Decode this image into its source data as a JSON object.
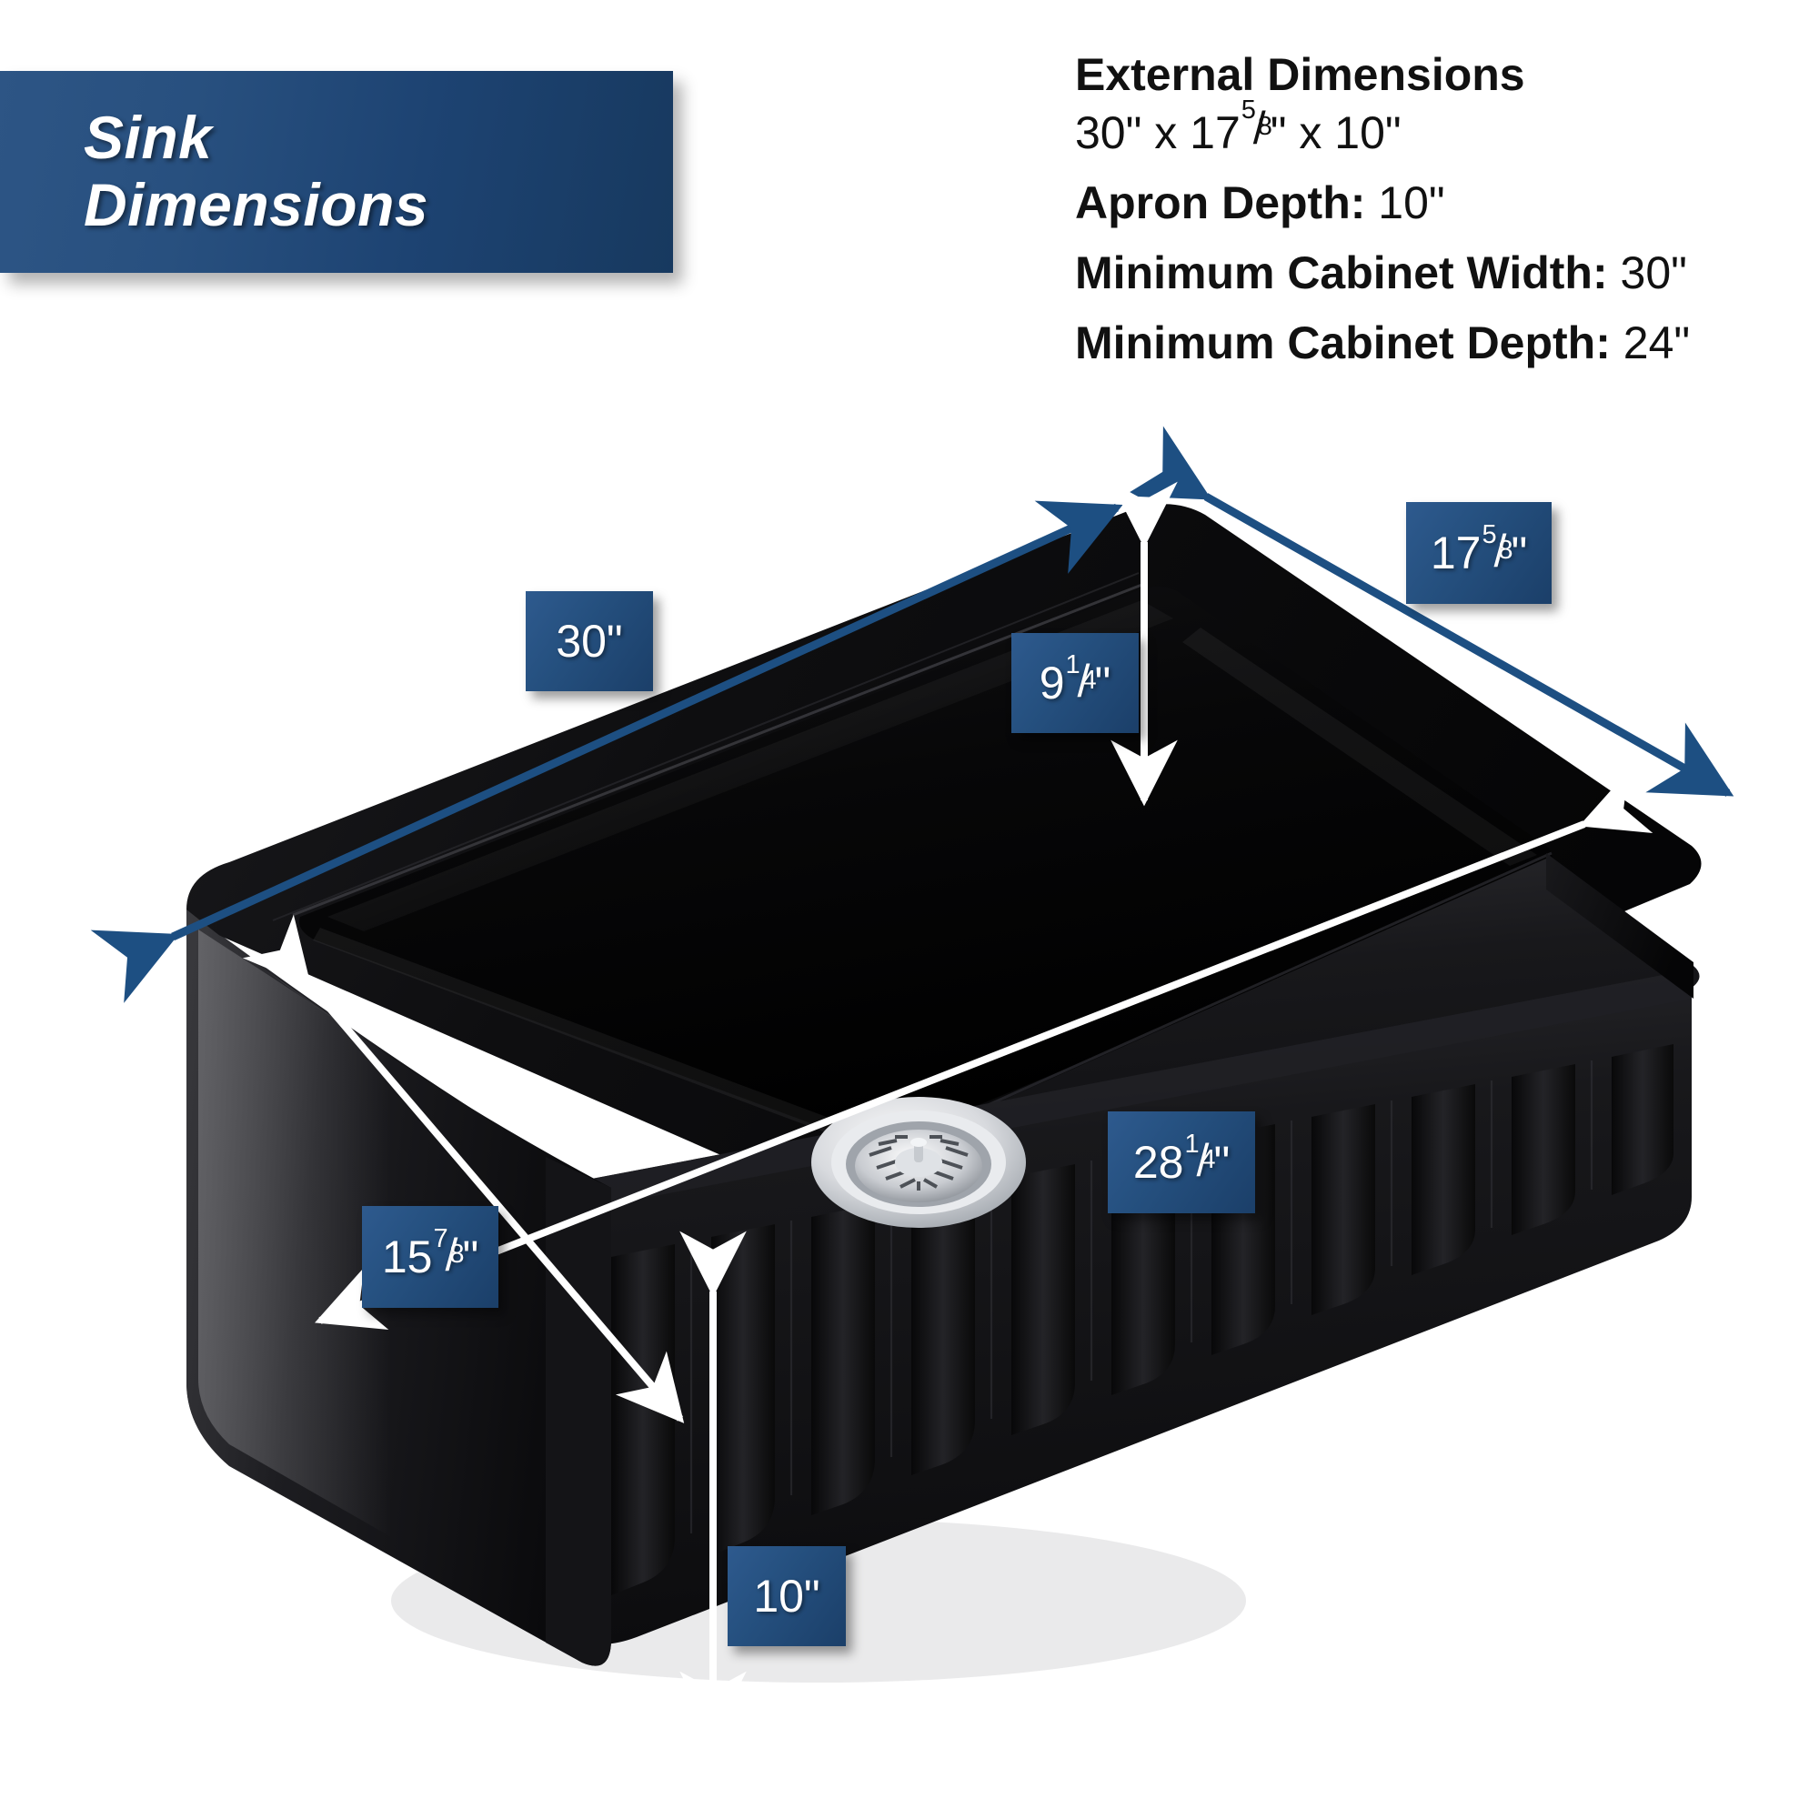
{
  "banner": {
    "title": "Sink\nDimensions"
  },
  "specs": {
    "external_heading": "External Dimensions",
    "external_value": {
      "whole1": "30\" x 17",
      "frac_n": "5",
      "frac_d": "8",
      "tail": "\" x 10\""
    },
    "apron_label": "Apron Depth:",
    "apron_value": "10\"",
    "min_cab_width_label": "Minimum Cabinet Width:",
    "min_cab_width_value": "30\"",
    "min_cab_depth_label": "Minimum Cabinet Depth:",
    "min_cab_depth_value": "24\""
  },
  "dimensions": {
    "overall_width": {
      "whole": "30\"",
      "frac_n": "",
      "frac_d": "",
      "tail": ""
    },
    "overall_depth": {
      "whole": "17",
      "frac_n": "5",
      "frac_d": "8",
      "tail": "\""
    },
    "interior_depth": {
      "whole": "9",
      "frac_n": "1",
      "frac_d": "4",
      "tail": "\""
    },
    "interior_length": {
      "whole": "28",
      "frac_n": "1",
      "frac_d": "4",
      "tail": "\""
    },
    "interior_width": {
      "whole": "15",
      "frac_n": "7",
      "frac_d": "8",
      "tail": "\""
    },
    "apron_height": {
      "whole": "10\"",
      "frac_n": "",
      "frac_d": "",
      "tail": ""
    }
  },
  "colors": {
    "brand_blue": "#25507f",
    "banner_blue_light": "#2d5585",
    "banner_blue_dark": "#17395f",
    "arrow_blue": "#1d4f82",
    "arrow_white": "#ffffff",
    "sink_black": "#0b0b0c",
    "text_black": "#111111",
    "page_bg": "#ffffff"
  },
  "product": {
    "drain_label": "chrome basket strainer drain",
    "apron_style": "fluted apron front"
  }
}
